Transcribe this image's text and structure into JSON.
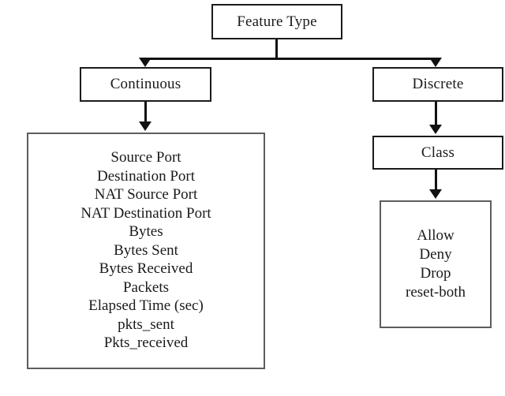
{
  "diagram": {
    "title": "Feature Type",
    "root": {
      "label": "Feature Type"
    },
    "branches": {
      "continuous": {
        "label": "Continuous",
        "features": [
          "Source Port",
          "Destination Port",
          "NAT Source Port",
          "NAT Destination Port",
          "Bytes",
          "Bytes Sent",
          "Bytes Received",
          "Packets",
          "Elapsed Time (sec)",
          "pkts_sent",
          "Pkts_received"
        ]
      },
      "discrete": {
        "label": "Discrete",
        "class_node": {
          "label": "Class"
        },
        "class_values": [
          "Allow",
          "Deny",
          "Drop",
          "reset-both"
        ]
      }
    },
    "colors": {
      "background": "#ffffff",
      "box_border_dark": "#1b1b1b",
      "box_border_gray": "#5d5d5d",
      "connector": "#111111",
      "text": "#1a1a1a"
    }
  }
}
